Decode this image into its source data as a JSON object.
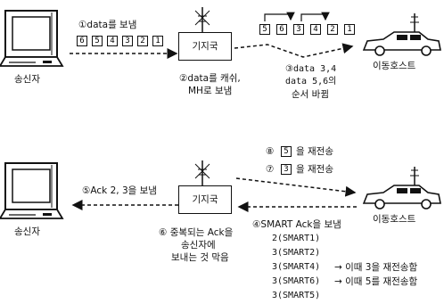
{
  "top": {
    "sender_label": "송신자",
    "step1": "①data를 보냄",
    "packets_sent": [
      "6",
      "5",
      "4",
      "3",
      "2",
      "1"
    ],
    "base_station_label": "기지국",
    "step2_line1": "②data를 캐쉬,",
    "step2_line2": "MH로 보냄",
    "packets_received": [
      "5",
      "6",
      "3",
      "4",
      "2",
      "1"
    ],
    "mobile_host_label": "이동호스트",
    "step3_line1": "③data 3,4",
    "step3_line2": "data 5,6의",
    "step3_line3": "순서 바뀜"
  },
  "bottom": {
    "sender_label": "송신자",
    "step5": "⑤Ack 2, 3을 보냄",
    "base_station_label": "기지국",
    "step6_line1": "⑥ 중복되는 Ack을",
    "step6_line2": "송신자에",
    "step6_line3": "보내는 것 막음",
    "step8": "⑧",
    "step8_packet": "5",
    "step8_suffix": "을 재전송",
    "step7": "⑦",
    "step7_packet": "3",
    "step7_suffix": "을 재전송",
    "mobile_host_label": "이동호스트",
    "step4": "④SMART Ack을 보냄",
    "ack_lines": [
      "2(SMART1)",
      "3(SMART2)",
      "3(SMART4)",
      "3(SMART6)",
      "3(SMART5)"
    ],
    "retransmit_3": "→ 이때 3을 재전송함",
    "retransmit_5": "→ 이때 5를 재전송함"
  }
}
